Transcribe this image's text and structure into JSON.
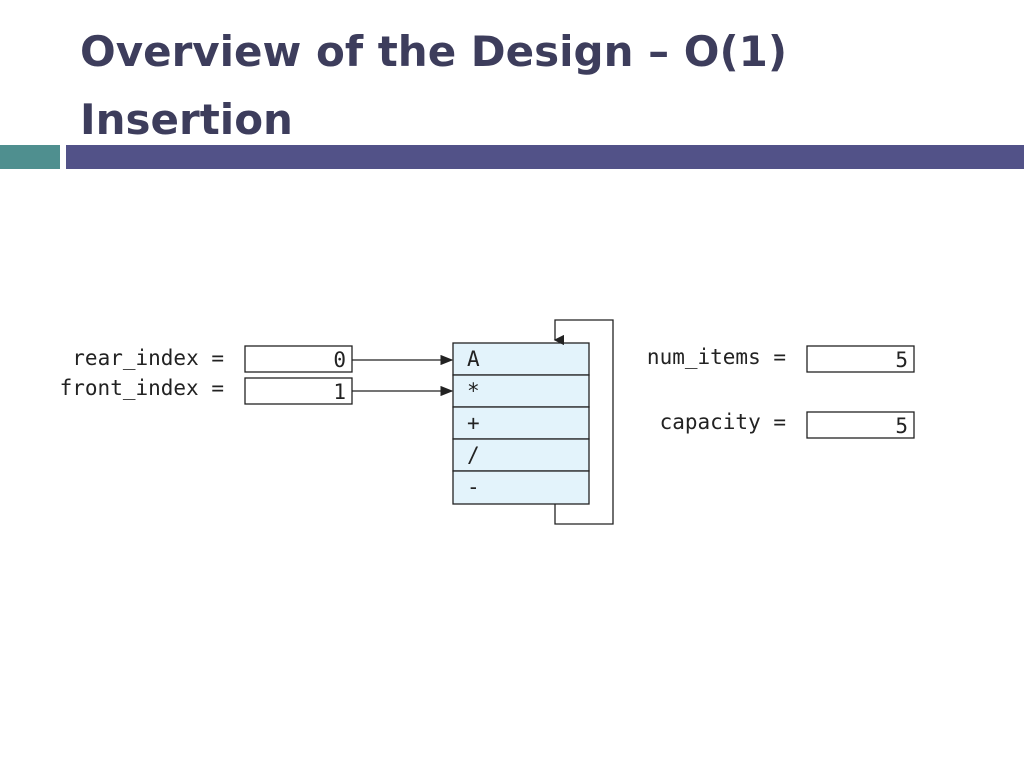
{
  "slide": {
    "title_line1": "Overview of the Design – O(1)",
    "title_line2": "Insertion",
    "colors": {
      "title": "#3d3d5c",
      "accent_bar": "#525288",
      "teal_bar": "#4f8f8f",
      "cell_fill": "#e3f3fb"
    }
  },
  "diagram": {
    "rear_index": {
      "label": "rear_index =",
      "value": "0"
    },
    "front_index": {
      "label": "front_index =",
      "value": "1"
    },
    "num_items": {
      "label": "num_items =",
      "value": "5"
    },
    "capacity": {
      "label": "capacity =",
      "value": "5"
    },
    "cells": [
      "A",
      "*",
      "+",
      "/",
      "-"
    ]
  }
}
